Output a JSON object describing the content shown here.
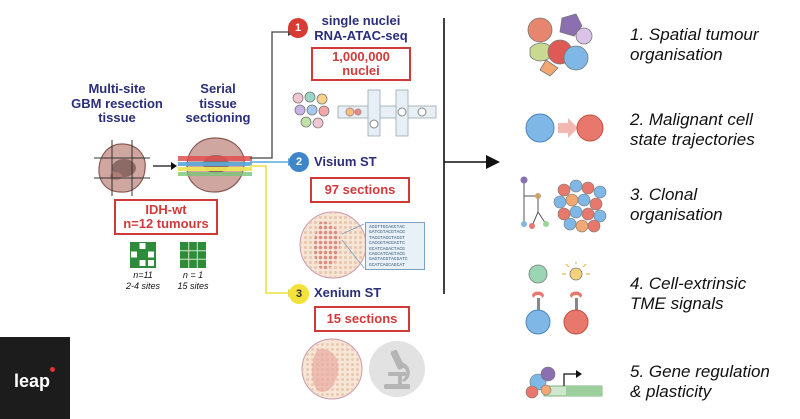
{
  "input": {
    "tissue_label": "Multi-site GBM resection tissue",
    "tissue_label_lines": [
      "Multi-site",
      "GBM resection",
      "tissue"
    ],
    "sectioning_label_lines": [
      "Serial",
      "tissue",
      "sectioning"
    ],
    "cohort_lines": [
      "IDH-wt",
      "n=12 tumours"
    ],
    "grid_a_lines": [
      "n=11",
      "2-4 sites"
    ],
    "grid_b_lines": [
      "n = 1",
      "15 sites"
    ]
  },
  "methods": [
    {
      "number": "1",
      "title_lines": [
        "single nuclei",
        "RNA-ATAC-seq"
      ],
      "box_lines": [
        "1,000,000",
        "nuclei"
      ],
      "badge_color": "#d83b34",
      "line_color": "#444444"
    },
    {
      "number": "2",
      "title_lines": [
        "Visium ST"
      ],
      "box_lines": [
        "97 sections"
      ],
      "badge_color": "#3e86c8",
      "line_color": "#5aa7dc"
    },
    {
      "number": "3",
      "title_lines": [
        "Xenium ST"
      ],
      "box_lines": [
        "15 sections"
      ],
      "badge_color": "#f3e23a",
      "line_color": "#efe45a"
    }
  ],
  "dna_sequence": [
    "ACGTTGCAGCTAC",
    "GATCGTACGTACG",
    "TACGTACGTACGT",
    "CACGGTACGACTC",
    "GCATCAGACTACG",
    "CAGCATCAGTACG",
    "GAGTACGTACGATC",
    "GCATCAGCAGCAT"
  ],
  "outcomes": [
    {
      "lines": [
        "1. Spatial tumour",
        "organisation"
      ]
    },
    {
      "lines": [
        "2. Malignant cell",
        "state trajectories"
      ]
    },
    {
      "lines": [
        "3. Clonal",
        "organisation"
      ]
    },
    {
      "lines": [
        "4. Cell-extrinsic",
        "TME signals"
      ]
    },
    {
      "lines": [
        "5. Gene regulation",
        "& plasticity"
      ]
    }
  ],
  "logo": {
    "text": "leap"
  },
  "colors": {
    "navy": "#2b2f7a",
    "red": "#d23a3a",
    "blue": "#3e86c8",
    "yellow": "#f3e23a",
    "grid_green": "#2e8b3a"
  }
}
